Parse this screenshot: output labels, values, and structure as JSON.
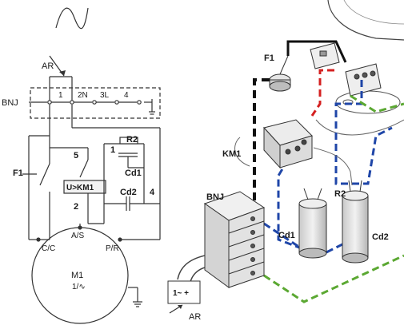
{
  "schematic": {
    "labels": {
      "ar": "AR",
      "bnj": "BNJ",
      "f1": "F1",
      "r2": "R2",
      "cd1": "Cd1",
      "cd2": "Cd2",
      "relay": "U>KM1",
      "pin1": "1",
      "pin2": "2",
      "pin4": "4",
      "pin5": "5",
      "term1": "1",
      "term2": "2N",
      "term3": "3L",
      "term4": "4",
      "cc": "C/C",
      "as": "A/S",
      "pr": "P/R",
      "motor": "M1",
      "phase": "1/∿"
    }
  },
  "pictorial": {
    "labels": {
      "f1": "F1",
      "km1": "KM1",
      "bnj": "BNJ",
      "cd1": "Cd1",
      "cd2": "Cd2",
      "r2": "R2",
      "ar": "AR",
      "terminal": "1~ +"
    }
  },
  "colors": {
    "line": "#333333",
    "black_wire": "#111111",
    "red_wire": "#d42020",
    "blue_wire": "#1f46a8",
    "green_wire": "#5ba832",
    "component_gray": "#d8d8d8"
  }
}
